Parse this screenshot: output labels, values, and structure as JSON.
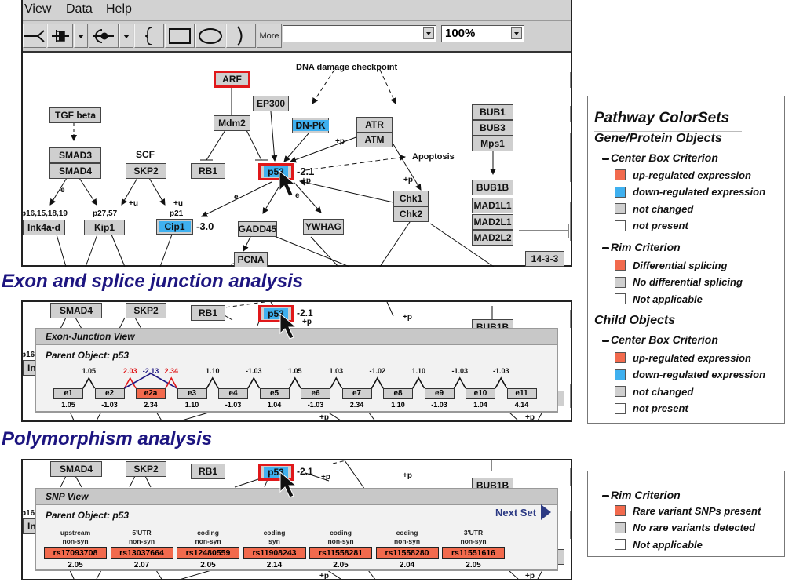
{
  "app": {
    "menu": [
      "View",
      "Data",
      "Help"
    ],
    "toolbar": {
      "more_label": "More",
      "combo_value": "",
      "zoom_value": "100%"
    }
  },
  "colors": {
    "up": "#f26a4d",
    "down": "#3fb0ef",
    "unchanged": "#cfcfcf",
    "not_present": "#ffffff",
    "rim": "#e0181a",
    "section_title": "#1d1580"
  },
  "pathway": {
    "nodes": {
      "arf": "ARF",
      "ep300": "EP300",
      "mdm2": "Mdm2",
      "dnpk": "DN-PK",
      "atr": "ATR",
      "atm": "ATM",
      "tgfbeta": "TGF beta",
      "smad3": "SMAD3",
      "smad4": "SMAD4",
      "skp2": "SKP2",
      "rb1": "RB1",
      "p53": "p53",
      "ink4ad": "Ink4a-d",
      "kip1": "Kip1",
      "cip1": "Cip1",
      "gadd45": "GADD45",
      "pcna": "PCNA",
      "ywhag": "YWHAG",
      "chk1": "Chk1",
      "chk2": "Chk2",
      "bub1": "BUB1",
      "bub3": "BUB3",
      "mps1": "Mps1",
      "bub1b": "BUB1B",
      "mad1l1": "MAD1L1",
      "mad2l1": "MAD2L1",
      "mad2l2": "MAD2L2",
      "n1433": "14-3-3"
    },
    "labels": {
      "dna_damage": "DNA damage checkpoint",
      "apoptosis": "Apoptosis",
      "scf": "SCF",
      "p16": "p16,15,18,19",
      "p27": "p27,57",
      "p21": "p21",
      "plus_u": "+u",
      "plus_p": "+p",
      "e": "e"
    },
    "values": {
      "p53": "-2.1",
      "cip1": "-3.0"
    }
  },
  "sections": {
    "exon_title": "Exon and splice junction analysis",
    "snp_title": "Polymorphism analysis"
  },
  "exon_view": {
    "title": "Exon-Junction View",
    "parent": "Parent Object: p53",
    "exons": [
      {
        "name": "e1",
        "value": "1.05",
        "state": "unchanged"
      },
      {
        "name": "e2",
        "value": "-1.03",
        "state": "unchanged"
      },
      {
        "name": "e2a",
        "value": "2.34",
        "state": "up"
      },
      {
        "name": "e3",
        "value": "1.10",
        "state": "unchanged"
      },
      {
        "name": "e4",
        "value": "-1.03",
        "state": "unchanged"
      },
      {
        "name": "e5",
        "value": "1.04",
        "state": "unchanged"
      },
      {
        "name": "e6",
        "value": "-1.03",
        "state": "unchanged"
      },
      {
        "name": "e7",
        "value": "2.34",
        "state": "unchanged"
      },
      {
        "name": "e8",
        "value": "1.10",
        "state": "unchanged"
      },
      {
        "name": "e9",
        "value": "-1.03",
        "state": "unchanged"
      },
      {
        "name": "e10",
        "value": "1.04",
        "state": "unchanged"
      },
      {
        "name": "e11",
        "value": "4.14",
        "state": "unchanged"
      }
    ],
    "junctions": [
      {
        "between": "e1-e2",
        "value": "1.05",
        "color": "#111111"
      },
      {
        "between": "e2-e2a",
        "value": "2.03",
        "color": "#e0181a"
      },
      {
        "between": "e2-e3",
        "value": "-2.13",
        "color": "#1d1580"
      },
      {
        "between": "e2a-e3",
        "value": "2.34",
        "color": "#e0181a"
      },
      {
        "between": "e3-e4",
        "value": "1.10",
        "color": "#111111"
      },
      {
        "between": "e4-e5",
        "value": "-1.03",
        "color": "#111111"
      },
      {
        "between": "e5-e6",
        "value": "1.05",
        "color": "#111111"
      },
      {
        "between": "e6-e7",
        "value": "1.03",
        "color": "#111111"
      },
      {
        "between": "e7-e8",
        "value": "-1.02",
        "color": "#111111"
      },
      {
        "between": "e8-e9",
        "value": "1.10",
        "color": "#111111"
      },
      {
        "between": "e9-e10",
        "value": "-1.03",
        "color": "#111111"
      },
      {
        "between": "e10-e11",
        "value": "-1.03",
        "color": "#111111"
      }
    ]
  },
  "snp_view": {
    "title": "SNP View",
    "parent": "Parent Object: p53",
    "next_set": "Next Set",
    "snps": [
      {
        "region": "upstream",
        "effect": "non-syn",
        "id": "rs17093708",
        "value": "2.05"
      },
      {
        "region": "5'UTR",
        "effect": "non-syn",
        "id": "rs13037664",
        "value": "2.07"
      },
      {
        "region": "coding",
        "effect": "non-syn",
        "id": "rs12480559",
        "value": "2.05"
      },
      {
        "region": "coding",
        "effect": "syn",
        "id": "rs11908243",
        "value": "2.14"
      },
      {
        "region": "coding",
        "effect": "non-syn",
        "id": "rs11558281",
        "value": "2.05"
      },
      {
        "region": "coding",
        "effect": "non-syn",
        "id": "rs11558280",
        "value": "2.04"
      },
      {
        "region": "3'UTR",
        "effect": "non-syn",
        "id": "rs11551616",
        "value": "2.05"
      }
    ]
  },
  "legend_main": {
    "title": "Pathway ColorSets",
    "gene_heading": "Gene/Protein Objects",
    "center_heading": "Center Box Criterion",
    "center_items": [
      {
        "label": "up-regulated expression",
        "color": "#f26a4d"
      },
      {
        "label": "down-regulated expression",
        "color": "#3fb0ef"
      },
      {
        "label": "not changed",
        "color": "#cfcfcf"
      },
      {
        "label": "not present",
        "color": "#ffffff"
      }
    ],
    "rim_heading": "Rim Criterion",
    "rim_items": [
      {
        "label": "Differential splicing",
        "color": "#f26a4d"
      },
      {
        "label": "No differential splicing",
        "color": "#cfcfcf"
      },
      {
        "label": "Not applicable",
        "color": "#ffffff"
      }
    ],
    "child_heading": "Child Objects",
    "child_center_heading": "Center Box Criterion",
    "child_items": [
      {
        "label": "up-regulated expression",
        "color": "#f26a4d"
      },
      {
        "label": "down-regulated expression",
        "color": "#3fb0ef"
      },
      {
        "label": "not changed",
        "color": "#cfcfcf"
      },
      {
        "label": "not present",
        "color": "#ffffff"
      }
    ]
  },
  "legend_snp": {
    "rim_heading": "Rim Criterion",
    "items": [
      {
        "label": "Rare variant SNPs present",
        "color": "#f26a4d"
      },
      {
        "label": "No rare variants detected",
        "color": "#cfcfcf"
      },
      {
        "label": "Not applicable",
        "color": "#ffffff"
      }
    ]
  }
}
